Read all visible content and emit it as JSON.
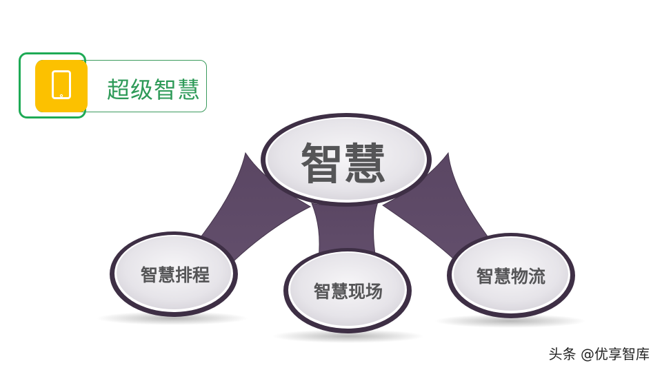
{
  "header": {
    "icon": "mobile-phone-icon",
    "title": "超级智慧"
  },
  "diagram": {
    "center": {
      "label": "智慧"
    },
    "branches": [
      {
        "label": "智慧排程"
      },
      {
        "label": "智慧现场"
      },
      {
        "label": "智慧物流"
      }
    ],
    "colors": {
      "connector": "#5e4a66",
      "ring": "#3e2f45",
      "node_fill": "#ececef",
      "text": "#555557"
    }
  },
  "footer": {
    "watermark": "头条 @优享智库"
  },
  "colors": {
    "accent_green": "#2e9a58",
    "accent_yellow": "#fcc100"
  }
}
